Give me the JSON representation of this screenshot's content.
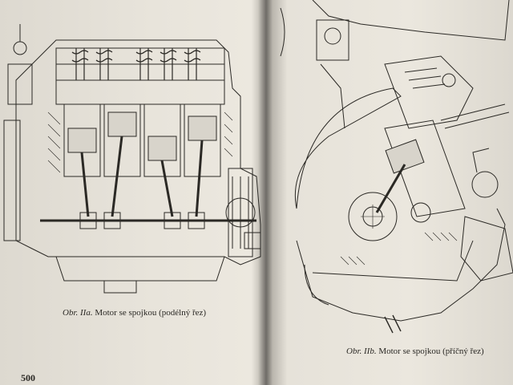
{
  "left_page": {
    "caption": {
      "figure": "Obr. IIa.",
      "text": "Motor se spojkou (podélný řez)"
    },
    "page_number": "500"
  },
  "right_page": {
    "caption": {
      "figure": "Obr. IIb.",
      "text": "Motor se spojkou (příčný řez)"
    }
  }
}
